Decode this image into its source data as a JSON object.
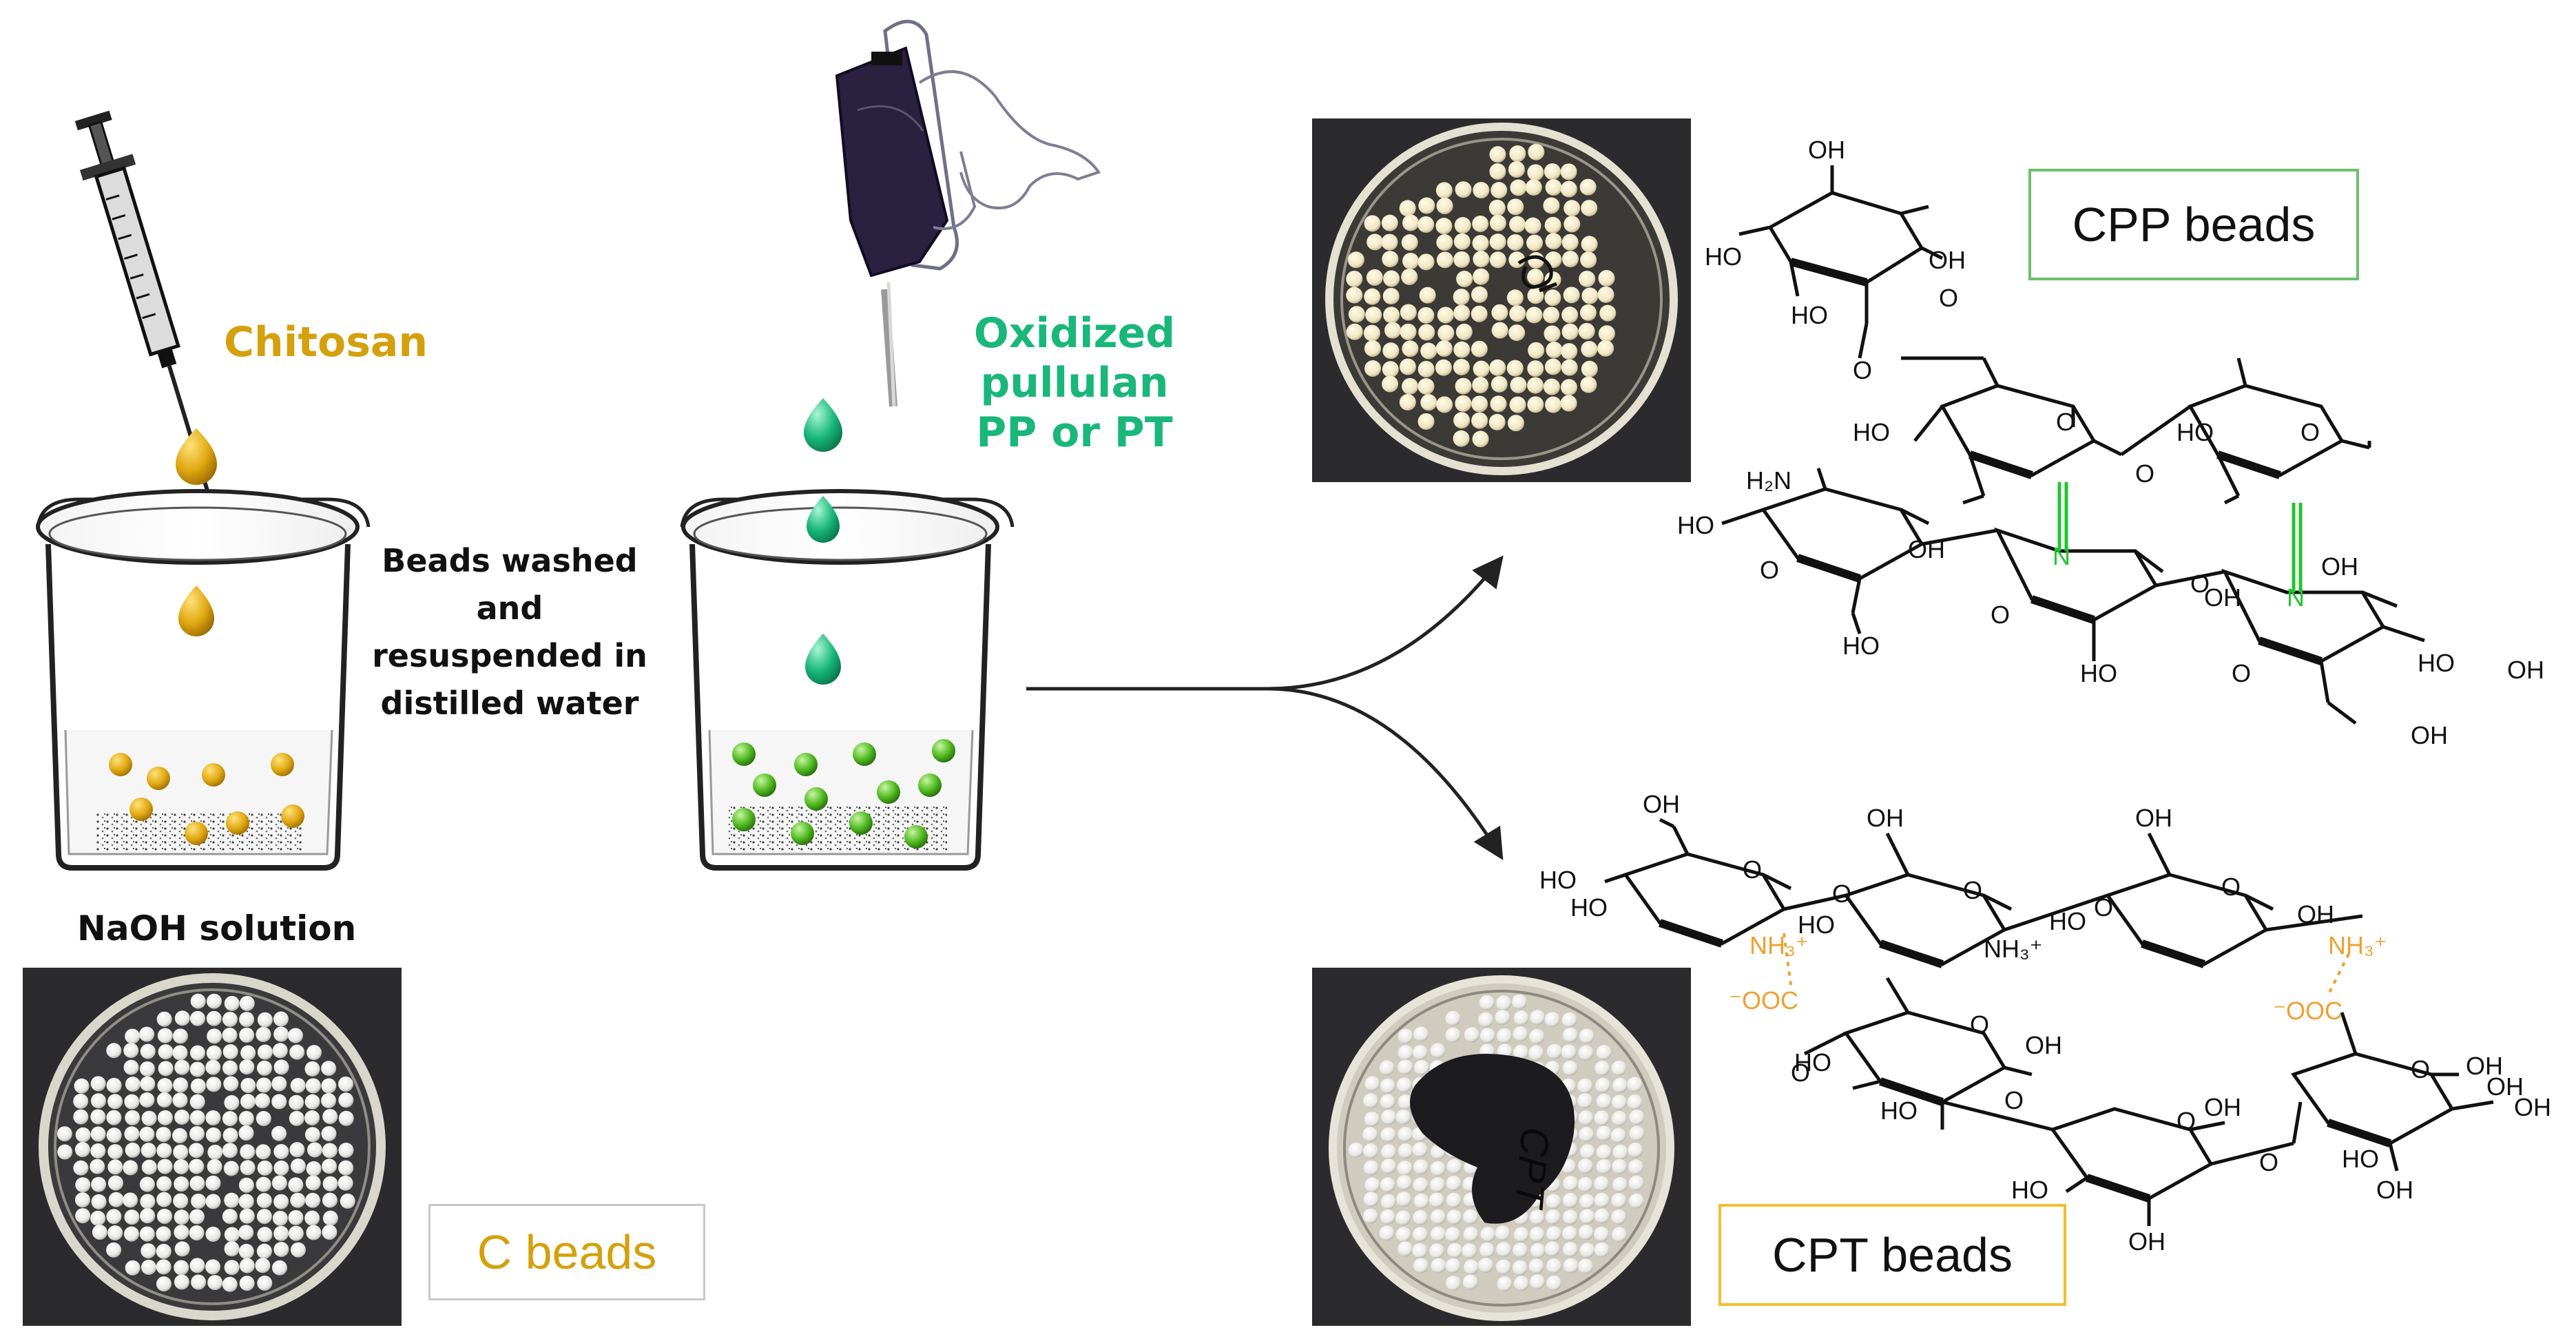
{
  "labels": {
    "chitosan": "Chitosan",
    "oxidized_pullulan_line1": "Oxidized pullulan",
    "oxidized_pullulan_line2": "PP or PT",
    "wash_line1": "Beads washed",
    "wash_line2": "and",
    "wash_line3": "resuspended in",
    "wash_line4": "distilled water",
    "naoh": "NaOH solution"
  },
  "boxes": {
    "c_beads": "C beads",
    "cpp_beads": "CPP beads",
    "cpt_beads": "CPT beads"
  },
  "photo_marks": {
    "cpt_dish_writing": "CPT"
  },
  "structures": {
    "oh": "OH",
    "ho": "HO",
    "h2n": "H₂N",
    "n": "N",
    "o": "O",
    "nh3_plus": "NH₃⁺",
    "ooc_minus": "⁻OOC"
  },
  "colors": {
    "chitosan": "#D4A00C",
    "pullulan": "#19B77A",
    "imine_green": "#22C52E",
    "ionic_orange": "#F0A030",
    "cpp_border": "#6CC06C",
    "cpt_border": "#F0C030",
    "c_border": "#C8C8C8",
    "photo_bg": "#2B2B2D"
  }
}
